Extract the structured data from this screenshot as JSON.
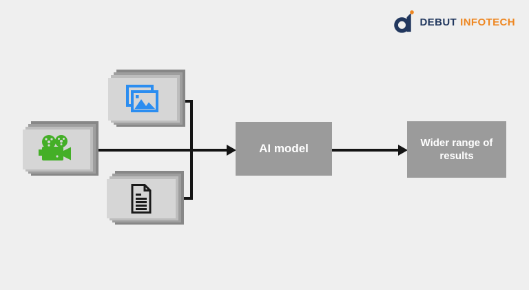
{
  "canvas": {
    "background": "#EFEFEF"
  },
  "logo": {
    "brand_primary": "DEBUT",
    "brand_secondary": "INFOTECH",
    "primary_color": "#21375E",
    "accent_color": "#EE8722"
  },
  "icons": {
    "video_camera": {
      "label": "video-camera-icon",
      "color": "#44AF27"
    },
    "image_stack": {
      "label": "image-stack-icon",
      "color": "#2B8DF0"
    },
    "document": {
      "label": "document-icon",
      "color": "#1A1A1A"
    }
  },
  "flow": {
    "nodes": [
      {
        "id": "ai-model",
        "label": "AI model",
        "bg": "#9B9B9B",
        "text_color": "#FFFFFF"
      },
      {
        "id": "results",
        "label": "Wider range of results",
        "bg": "#9B9B9B",
        "text_color": "#FFFFFF"
      }
    ],
    "connector_color": "#141414"
  }
}
